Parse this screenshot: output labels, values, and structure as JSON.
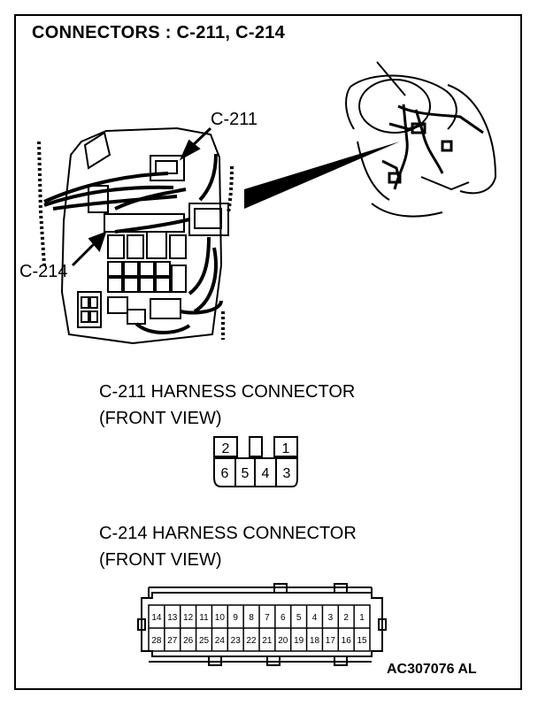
{
  "title": "CONNECTORS : C-211, C-214",
  "callouts": {
    "c211": "C-211",
    "c214": "C-214"
  },
  "connector_c211": {
    "heading_line1": "C-211 HARNESS CONNECTOR",
    "heading_line2": "(FRONT VIEW)",
    "top_pins": [
      "2",
      "",
      "1"
    ],
    "bottom_pins": [
      "6",
      "5",
      "4",
      "3"
    ]
  },
  "connector_c214": {
    "heading_line1": "C-214 HARNESS CONNECTOR",
    "heading_line2": "(FRONT VIEW)",
    "top_pins": [
      "14",
      "13",
      "12",
      "11",
      "10",
      "9",
      "8",
      "7",
      "6",
      "5",
      "4",
      "3",
      "2",
      "1"
    ],
    "bottom_pins": [
      "28",
      "27",
      "26",
      "25",
      "24",
      "23",
      "22",
      "21",
      "20",
      "19",
      "18",
      "17",
      "16",
      "15"
    ]
  },
  "figure_id": "AC307076 AL"
}
